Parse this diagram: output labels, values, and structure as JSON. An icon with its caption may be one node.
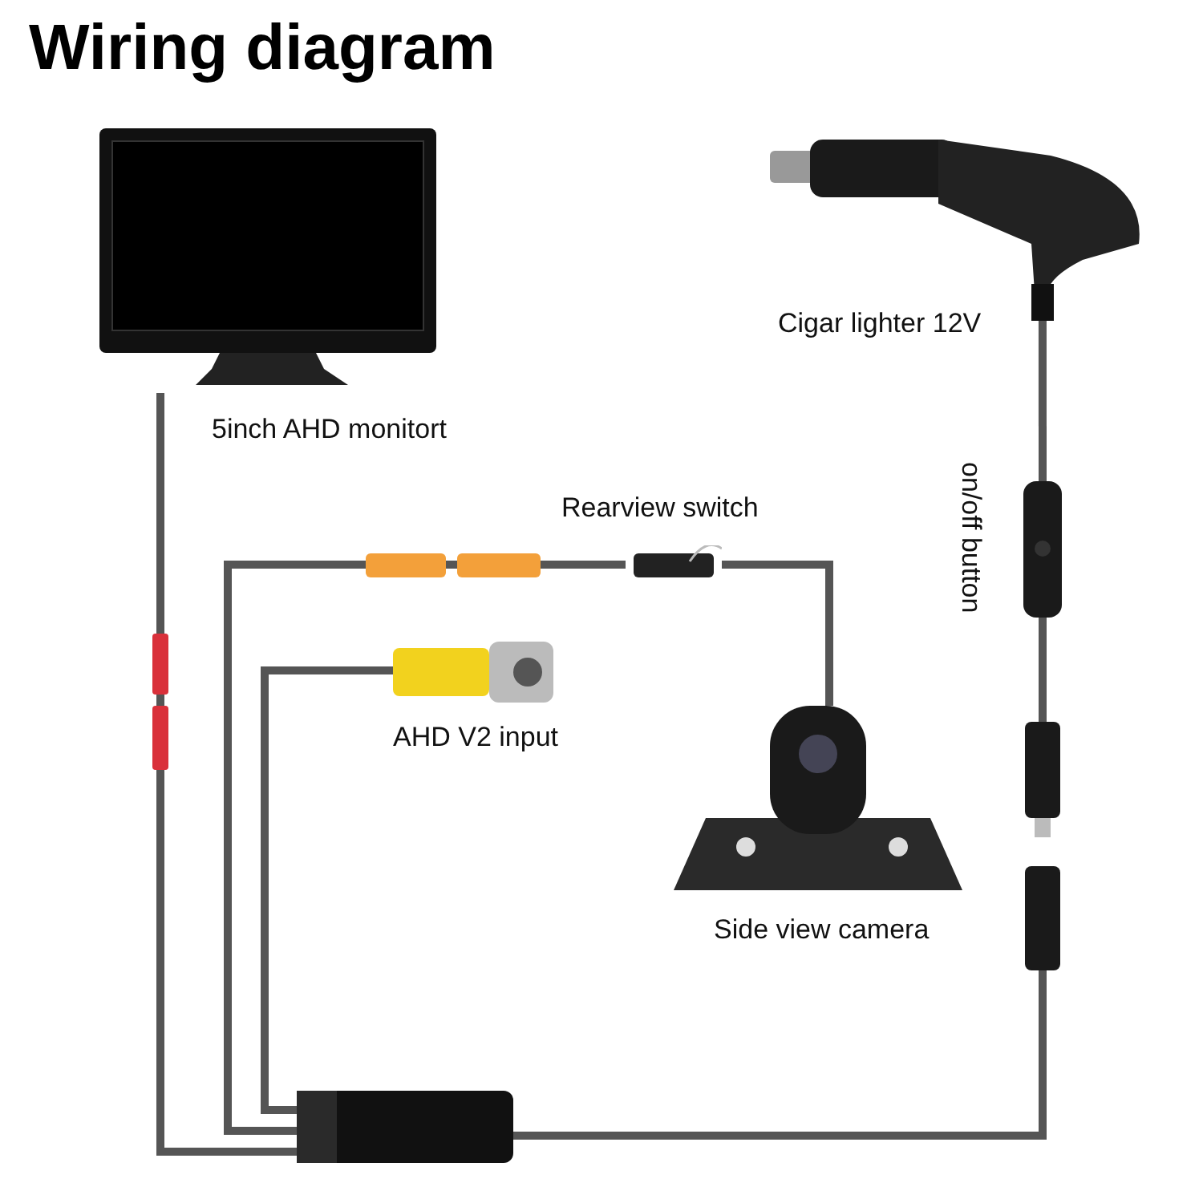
{
  "diagram": {
    "title": "Wiring diagram",
    "nodes": [
      {
        "text": [],
        "shape": "picture",
        "beside": [
          "5inch AHD monitort"
        ]
      },
      {
        "text": [],
        "shape": "picture",
        "beside": [
          "Cigar lighter 12V"
        ]
      },
      {
        "text": [],
        "shape": "picture",
        "beside": [
          "on/off button"
        ]
      },
      {
        "text": [],
        "shape": "box",
        "beside": [
          "Rearview switch"
        ]
      },
      {
        "text": [],
        "shape": "picture",
        "beside": [
          "AHD V2 input"
        ]
      },
      {
        "text": [],
        "shape": "picture",
        "beside": [
          "Side view camera"
        ]
      },
      {
        "text": [],
        "shape": "picture"
      },
      {
        "text": [],
        "shape": "picture"
      }
    ],
    "edges": [
      {
        "from": 0,
        "to": 7,
        "arrow": "none"
      },
      {
        "from": 7,
        "to": 4,
        "arrow": "none"
      },
      {
        "from": 7,
        "to": 3,
        "arrow": "none"
      },
      {
        "from": 3,
        "to": 5,
        "arrow": "none"
      },
      {
        "from": 7,
        "to": 6,
        "arrow": "none"
      },
      {
        "from": 6,
        "to": 2,
        "arrow": "none"
      },
      {
        "from": 2,
        "to": 1,
        "arrow": "none"
      }
    ]
  }
}
